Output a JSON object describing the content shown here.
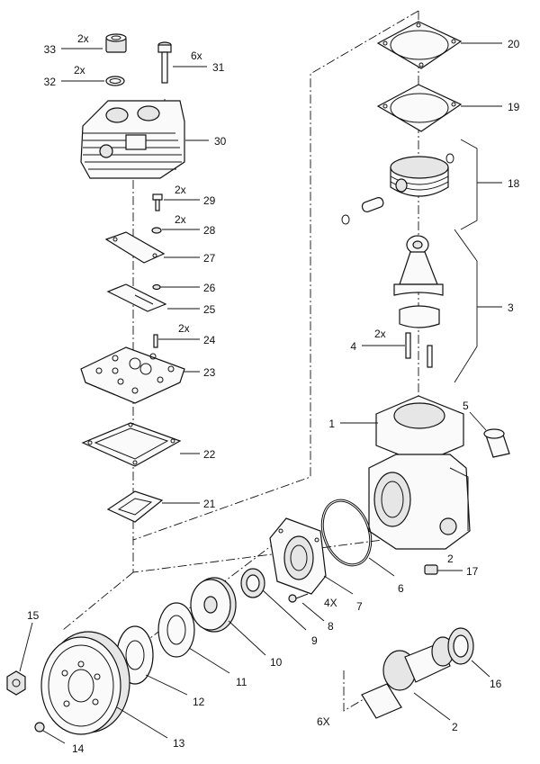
{
  "callouts": [
    {
      "id": "c33",
      "num": "33",
      "qty": "2x"
    },
    {
      "id": "c32",
      "num": "32",
      "qty": "2x"
    },
    {
      "id": "c31",
      "num": "31",
      "qty": "6x"
    },
    {
      "id": "c30",
      "num": "30",
      "qty": ""
    },
    {
      "id": "c29",
      "num": "29",
      "qty": "2x"
    },
    {
      "id": "c28",
      "num": "28",
      "qty": "2x"
    },
    {
      "id": "c27",
      "num": "27",
      "qty": ""
    },
    {
      "id": "c26",
      "num": "26",
      "qty": ""
    },
    {
      "id": "c25",
      "num": "25",
      "qty": ""
    },
    {
      "id": "c24",
      "num": "24",
      "qty": "2x"
    },
    {
      "id": "c23",
      "num": "23",
      "qty": ""
    },
    {
      "id": "c22",
      "num": "22",
      "qty": ""
    },
    {
      "id": "c21",
      "num": "21",
      "qty": ""
    },
    {
      "id": "c20",
      "num": "20",
      "qty": ""
    },
    {
      "id": "c19",
      "num": "19",
      "qty": ""
    },
    {
      "id": "c18",
      "num": "18",
      "qty": ""
    },
    {
      "id": "c3",
      "num": "3",
      "qty": ""
    },
    {
      "id": "c4",
      "num": "4",
      "qty": "2x"
    },
    {
      "id": "c1",
      "num": "1",
      "qty": ""
    },
    {
      "id": "c5",
      "num": "5",
      "qty": ""
    },
    {
      "id": "c17",
      "num": "17",
      "qty": "2"
    },
    {
      "id": "c6",
      "num": "6",
      "qty": ""
    },
    {
      "id": "c7",
      "num": "7",
      "qty": ""
    },
    {
      "id": "c8",
      "num": "8",
      "qty": "4X"
    },
    {
      "id": "c9",
      "num": "9",
      "qty": ""
    },
    {
      "id": "c10",
      "num": "10",
      "qty": ""
    },
    {
      "id": "c11",
      "num": "11",
      "qty": ""
    },
    {
      "id": "c12",
      "num": "12",
      "qty": ""
    },
    {
      "id": "c13",
      "num": "13",
      "qty": ""
    },
    {
      "id": "c14",
      "num": "14",
      "qty": ""
    },
    {
      "id": "c15",
      "num": "15",
      "qty": ""
    },
    {
      "id": "c16",
      "num": "16",
      "qty": ""
    },
    {
      "id": "c2",
      "num": "2",
      "qty": "6X"
    }
  ]
}
